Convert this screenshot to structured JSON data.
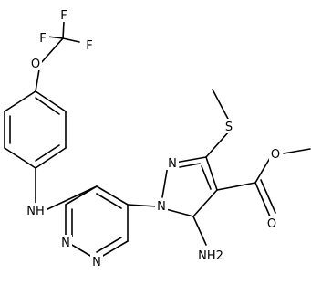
{
  "molecule": {
    "atoms": {
      "f1": "F",
      "f2": "F",
      "f3": "F",
      "o_ether": "O",
      "nh_linker": "NH",
      "n_pyrazole_2": "N",
      "n_pyrazole_1": "N",
      "s_thioether": "S",
      "o_carbonyl": "O",
      "o_ester": "O",
      "nh2_amino": "NH2",
      "n_pyrimidine_1": "N",
      "n_pyrimidine_3": "N"
    }
  }
}
